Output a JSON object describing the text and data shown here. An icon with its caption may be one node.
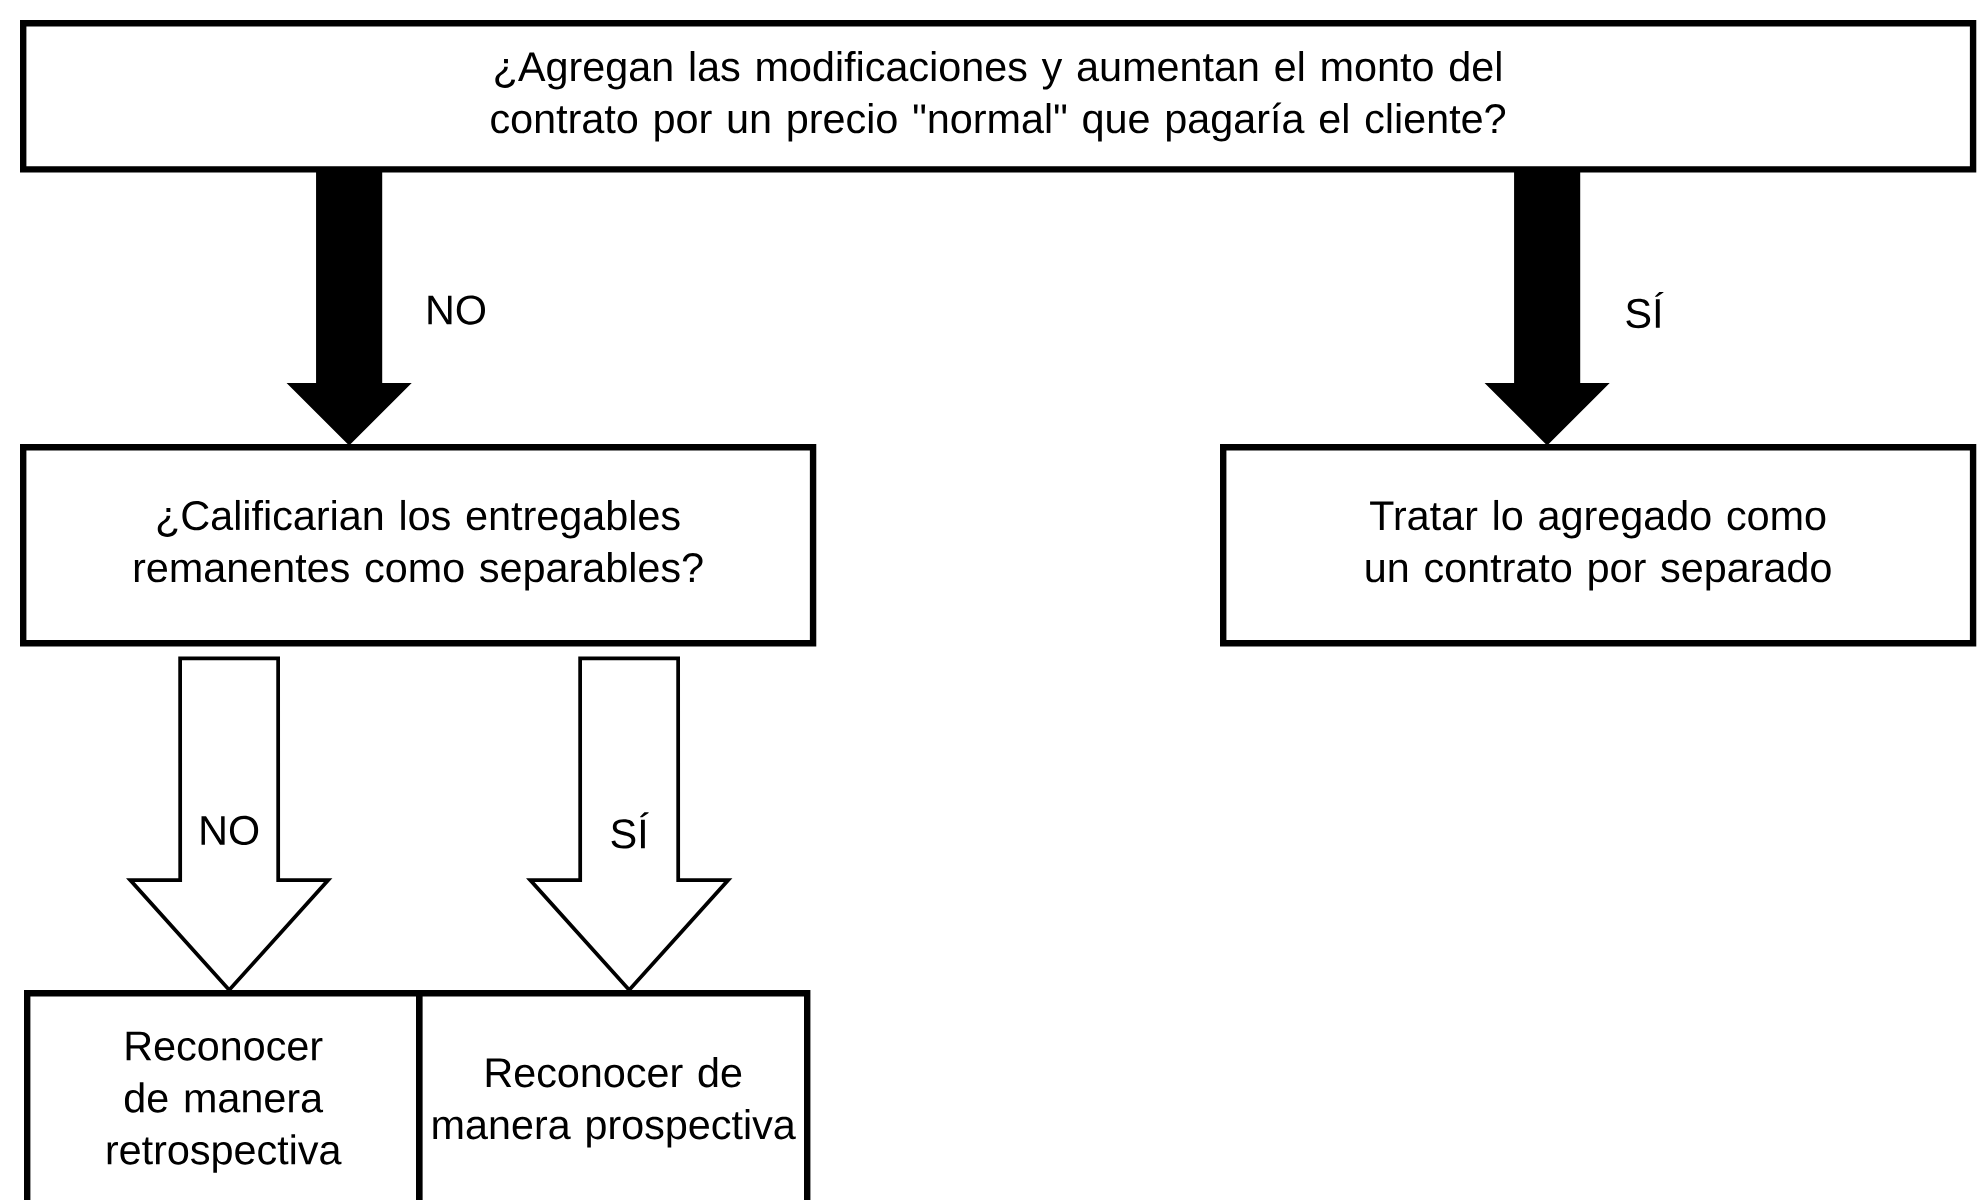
{
  "diagram": {
    "nodes": [
      {
        "text": [
          "¿Agregan las modificaciones y aumentan el monto del contrato por un precio \"normal\" que pagaría el cliente?"
        ]
      },
      {
        "text": [
          "¿Calificarian los entregables remanentes como separables?"
        ]
      },
      {
        "text": [
          "Tratar lo agregado como un contrato por separado"
        ]
      },
      {
        "text": [
          "Reconocer de manera retrospectiva"
        ]
      },
      {
        "text": [
          "Reconocer de manera prospectiva"
        ]
      }
    ],
    "edges": [
      {
        "from": 0,
        "to": 1,
        "arrow": "to",
        "label": "NO",
        "style": "thick"
      },
      {
        "from": 0,
        "to": 2,
        "arrow": "to",
        "label": "SÍ",
        "style": "thick"
      },
      {
        "from": 1,
        "to": 3,
        "arrow": "to",
        "label": "NO"
      },
      {
        "from": 1,
        "to": 4,
        "arrow": "to",
        "label": "SÍ"
      }
    ]
  }
}
